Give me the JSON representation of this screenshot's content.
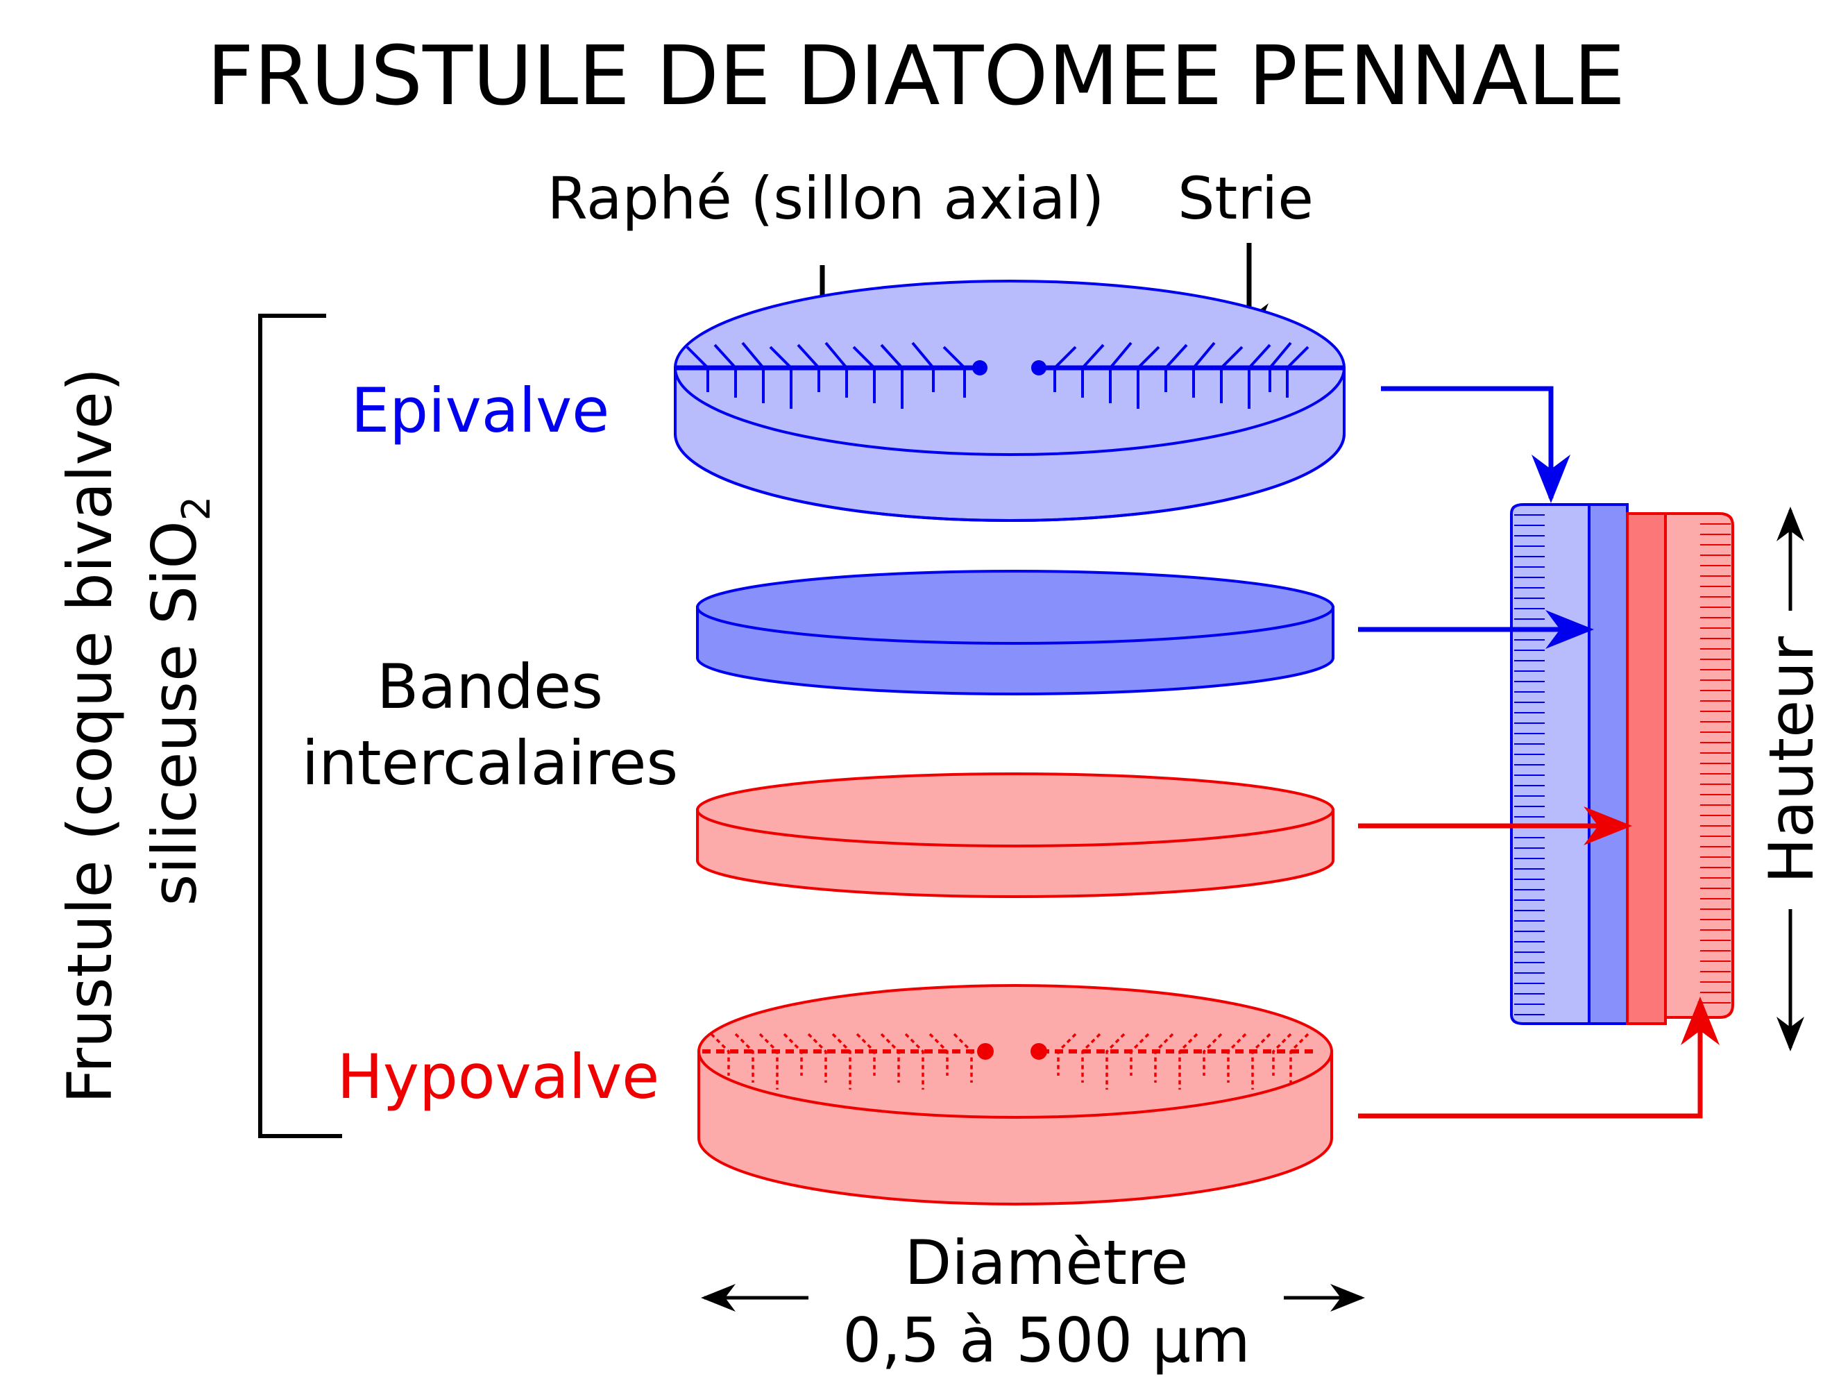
{
  "title": "FRUSTULE DE DIATOMEE PENNALE",
  "labels": {
    "raphe": "Raphé (sillon axial)",
    "strie": "Strie",
    "epivalve": "Epivalve",
    "bandes_line1": "Bandes",
    "bandes_line2": "intercalaires",
    "hypovalve": "Hypovalve",
    "frustule_line1": "Frustule (coque bivalve)",
    "frustule_line2_prefix": "siliceuse SiO",
    "frustule_line2_subscript": "2",
    "diametre": "Diamètre",
    "diametre_range": "0,5 à 500 µm",
    "hauteur": "Hauteur"
  },
  "colors": {
    "blue_stroke": "#0000ee",
    "blue_light": "#b8bcfc",
    "blue_medium": "#8890fc",
    "red_stroke": "#ee0000",
    "red_light": "#fcaaaa",
    "red_medium": "#fc7878",
    "epivalve_text": "#0000ee",
    "hypovalve_text": "#ee0000"
  }
}
